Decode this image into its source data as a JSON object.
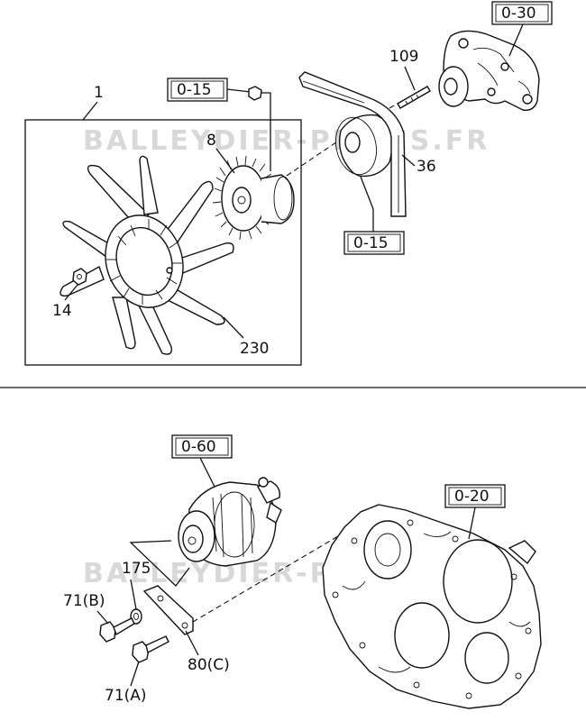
{
  "watermark": "BALLEYDIER-PIECES.FR",
  "top_section": {
    "assembly_label": "1",
    "ref_boxes": [
      "0-15",
      "0-15",
      "0-30"
    ],
    "part_labels": {
      "clutch": "8",
      "pin": "109",
      "belt": "36",
      "nut": "14",
      "fan": "230"
    }
  },
  "bottom_section": {
    "ref_boxes": [
      "0-60",
      "0-20"
    ],
    "part_labels": {
      "washer": "175",
      "bolt_b": "71(B)",
      "bolt_a": "71(A)",
      "bracket": "80(C)"
    }
  }
}
